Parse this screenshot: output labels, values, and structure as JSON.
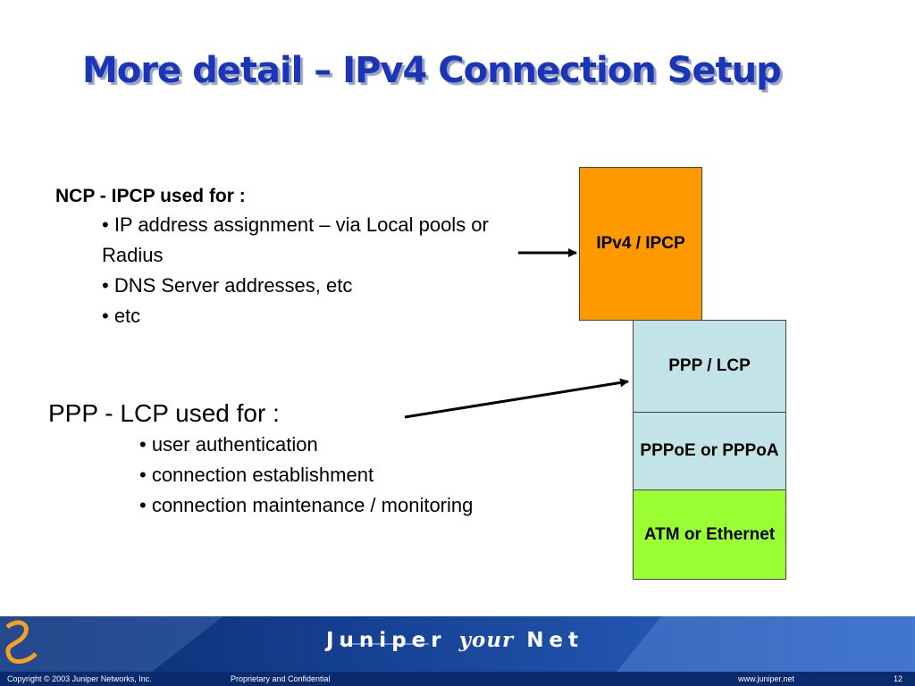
{
  "slide": {
    "title": "More detail – IPv4 Connection Setup",
    "ncp": {
      "heading": "NCP - IPCP used for :",
      "bullets": [
        "• IP address assignment – via Local pools or Radius",
        "• DNS Server addresses, etc",
        "• etc"
      ]
    },
    "ppp": {
      "heading": "PPP - LCP used for :",
      "bullets": [
        "• user authentication",
        "• connection establishment",
        "• connection maintenance / monitoring"
      ]
    },
    "stack": {
      "ipv4": "IPv4 / IPCP",
      "ppp_lcp": "PPP / LCP",
      "pppoe": "PPPoE or PPPoA",
      "atm": "ATM or Ethernet"
    },
    "colors": {
      "title": "#1a35b8",
      "ipv4": "#ff9900",
      "ppp": "#c2e4e8",
      "atm": "#99ff33",
      "footer": "#0a2a6e"
    }
  },
  "footer": {
    "copyright": "Copyright © 2003 Juniper Networks, Inc.",
    "confidential": "Proprietary and Confidential",
    "website": "www.juniper.net",
    "page_number": "12",
    "brand_left": "Juniper",
    "brand_mid": "your",
    "brand_right": "Net",
    "logo_icon": "juniper-swoosh-icon"
  }
}
